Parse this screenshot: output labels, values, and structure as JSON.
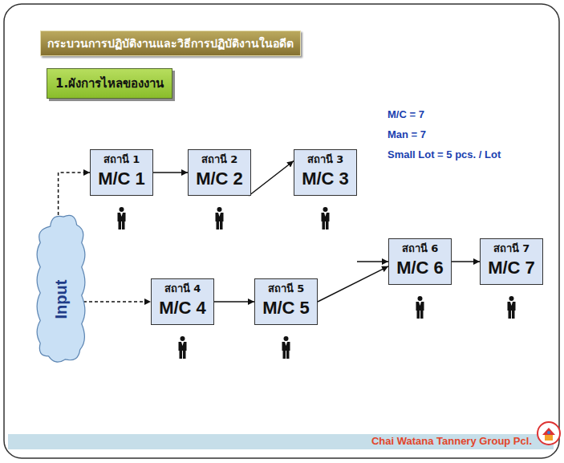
{
  "diagram": {
    "title": "กระบวนการปฏิบัติงานและวิธีการปฏิบัติงานในอดีต",
    "nodes": [
      {
        "text": [
          "1.ผังการไหลของงาน"
        ]
      },
      {
        "text": [
          "Input"
        ]
      },
      {
        "text": [
          "สถานี 1",
          "M/C 1"
        ]
      },
      {
        "text": [
          "สถานี 2",
          "M/C 2"
        ]
      },
      {
        "text": [
          "สถานี 3",
          "M/C 3"
        ]
      },
      {
        "text": [
          "สถานี 4",
          "M/C 4"
        ]
      },
      {
        "text": [
          "สถานี 5",
          "M/C 5"
        ]
      },
      {
        "text": [
          "สถานี 6",
          "M/C 6"
        ]
      },
      {
        "text": [
          "สถานี 7",
          "M/C 7"
        ]
      }
    ],
    "edges": [
      {
        "from": 1,
        "to": 2,
        "arrow": "to"
      },
      {
        "from": 1,
        "to": 5,
        "arrow": "to"
      },
      {
        "from": 2,
        "to": 3,
        "arrow": "to"
      },
      {
        "from": 3,
        "to": 4,
        "arrow": "to"
      },
      {
        "from": 4,
        "to": 7,
        "arrow": "to"
      },
      {
        "from": 5,
        "to": 6,
        "arrow": "to"
      },
      {
        "from": 6,
        "to": 7,
        "arrow": "to"
      },
      {
        "from": 7,
        "to": 8,
        "arrow": "to"
      }
    ],
    "labels": [
      "M/C = 7",
      "Man = 7",
      "Small Lot = 5 pcs. / Lot",
      "Chai Watana Tannery Group Pcl."
    ]
  }
}
